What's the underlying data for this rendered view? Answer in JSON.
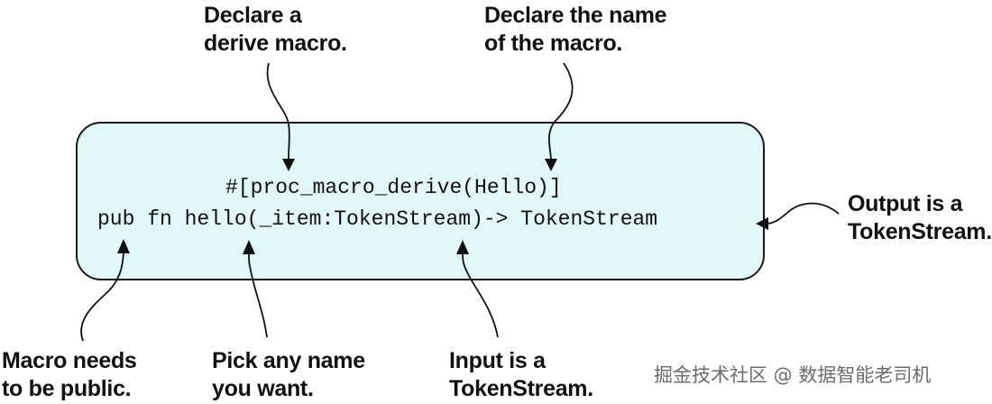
{
  "code": {
    "line1": "#[proc_macro_derive(Hello)]",
    "line2": "pub fn hello(_item:TokenStream)-> TokenStream"
  },
  "callouts": {
    "derive_macro": "Declare a\nderive macro.",
    "macro_name": "Declare the name\nof the macro.",
    "output": "Output is a\nTokenStream.",
    "public": "Macro needs\nto be public.",
    "any_name": "Pick any name\nyou want.",
    "input": "Input is a\nTokenStream."
  },
  "watermark": "掘金技术社区 @ 数据智能老司机"
}
